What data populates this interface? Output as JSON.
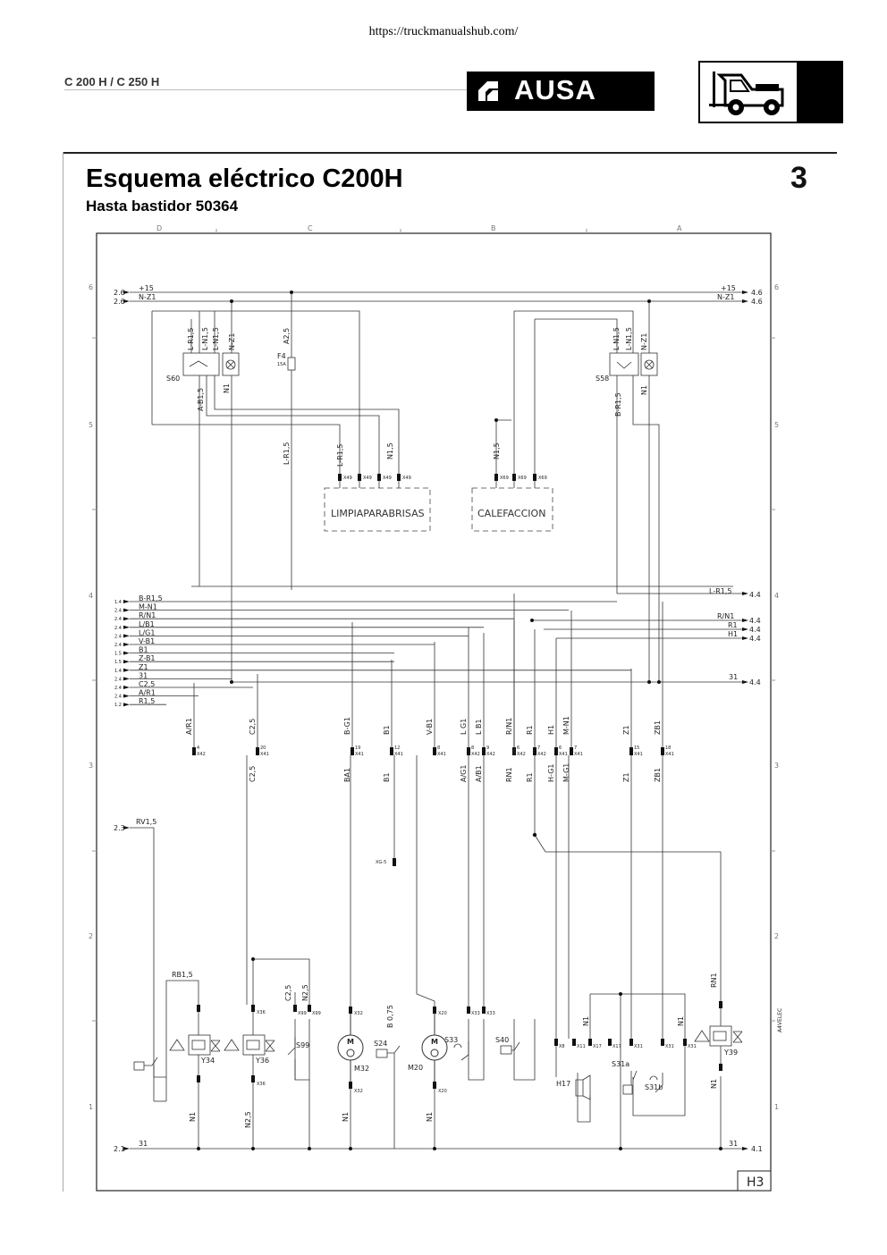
{
  "header": {
    "url": "https://truckmanualshub.com/",
    "model": "C 200 H / C 250 H",
    "brand": "AUSA"
  },
  "title": "Esquema eléctrico C200H",
  "subtitle": "Hasta bastidor 50364",
  "page_number": "3",
  "sheet_id": "H3",
  "side_label": "A4VELEC",
  "grid": {
    "columns": [
      "D",
      "C",
      "B",
      "A"
    ],
    "rows": [
      "6",
      "5",
      "4",
      "3",
      "2",
      "1"
    ]
  },
  "top_buses": [
    {
      "ref": "2.6",
      "name": "+15",
      "right_name": "+15",
      "right_ref": "4.6"
    },
    {
      "ref": "2.6",
      "name": "N-Z1",
      "right_name": "N-Z1",
      "right_ref": "4.6"
    }
  ],
  "signal_buses": [
    {
      "ref": "1.4",
      "name": "B-R1,5"
    },
    {
      "ref": "2.4",
      "name": "M-N1"
    },
    {
      "ref": "2.4",
      "name": "R/N1"
    },
    {
      "ref": "2.4",
      "name": "L/B1"
    },
    {
      "ref": "2.4",
      "name": "L/G1"
    },
    {
      "ref": "2.4",
      "name": "V-B1"
    },
    {
      "ref": "1.5",
      "name": "B1"
    },
    {
      "ref": "1.5",
      "name": "Z-B1"
    },
    {
      "ref": "1.4",
      "name": "Z1"
    },
    {
      "ref": "2.4",
      "name": "31"
    },
    {
      "ref": "2.4",
      "name": "C2,5"
    },
    {
      "ref": "2.4",
      "name": "A/R1"
    },
    {
      "ref": "1.2",
      "name": "R1,5"
    }
  ],
  "right_refs": [
    {
      "name": "L-R1,5",
      "ref": "4.4"
    },
    {
      "name": "R/N1",
      "ref": "4.4"
    },
    {
      "name": "R1",
      "ref": "4.4"
    },
    {
      "name": "H1",
      "ref": "4.4"
    },
    {
      "name": "31",
      "ref": "4.4"
    }
  ],
  "bottom_bus": {
    "ref": "2.1",
    "name": "31",
    "right_name": "31",
    "right_ref": "4.1"
  },
  "rv_bus": {
    "ref": "2.3",
    "name": "RV1,5"
  },
  "boxes": {
    "wiper": "LIMPIAPARABRISAS",
    "heater": "CALEFACCION"
  },
  "top_switches": {
    "s60": "S60",
    "s58": "S58",
    "fuse": "F4",
    "fuse_rating": "15A",
    "s60_wires": [
      "L-R1,5",
      "L-N1,5",
      "L-N1,5",
      "N-Z1"
    ],
    "s60_down": [
      "A-B1,5",
      "N1"
    ],
    "fuse_wire": "A2,5",
    "s58_wires": [
      "L-N1,5",
      "L-N1,5",
      "N-Z1"
    ],
    "s58_down": [
      "B-R1,5",
      "N1"
    ],
    "mid_wires": [
      "L-R1,5",
      "L-R1,5",
      "N1,5",
      "N1,5"
    ],
    "x49": "X49",
    "x69": "X69"
  },
  "connectors_x41": [
    {
      "top": "A/R1",
      "pin": "4",
      "x": "X42",
      "bottom": ""
    },
    {
      "top": "C2,5",
      "pin": "20",
      "x": "X41",
      "bottom": "C2,5"
    },
    {
      "top": "B-G1",
      "pin": "19",
      "x": "X41",
      "bottom": "BA1"
    },
    {
      "top": "B1",
      "pin": "12",
      "x": "X41",
      "bottom": "B1"
    },
    {
      "top": "V-B1",
      "pin": "8",
      "x": "X41",
      "bottom": ""
    },
    {
      "top": "L G1",
      "pin": "8",
      "x": "X42",
      "bottom": "A/G1"
    },
    {
      "top": "L B1",
      "pin": "9",
      "x": "X42",
      "bottom": "A/B1"
    },
    {
      "top": "R/N1",
      "pin": "6",
      "x": "X42",
      "bottom": "RN1"
    },
    {
      "top": "R1",
      "pin": "7",
      "x": "X42",
      "bottom": "R1"
    },
    {
      "top": "H1",
      "pin": "6",
      "x": "X41",
      "bottom": "H-G1"
    },
    {
      "top": "M-N1",
      "pin": "7",
      "x": "X41",
      "bottom": "M-G1"
    },
    {
      "top": "Z1",
      "pin": "15",
      "x": "X41",
      "bottom": "Z1"
    },
    {
      "top": "ZB1",
      "pin": "18",
      "x": "X41",
      "bottom": "ZB1"
    }
  ],
  "xg5": "XG-5",
  "components": {
    "y34": "Y34",
    "y36": "Y36",
    "s99": "S99",
    "m32": "M32",
    "s24": "S24",
    "s33": "S33",
    "m20": "M20",
    "s40": "S40",
    "h17": "H17",
    "s31a": "S31a",
    "s31b": "S31b",
    "y39": "Y39"
  },
  "bottom_wires": {
    "rb": "RB1,5",
    "c25": "C2,5",
    "n25": "N2,5",
    "b075": "B 0,75",
    "rn1": "RN1",
    "n1": "N1",
    "n25b": "N2,5"
  },
  "connectors_bottom": {
    "x36": "X36",
    "x99": "X99",
    "x32": "X32",
    "x20": "X20",
    "x33": "X33",
    "x11": "X11",
    "x17": "X17",
    "x31": "X31",
    "x8": "X8"
  }
}
